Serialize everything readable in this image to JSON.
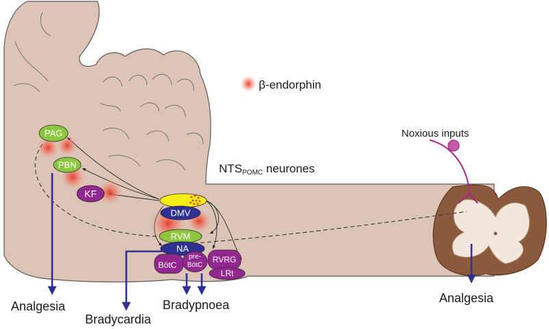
{
  "legend": {
    "label": "β-endorphin"
  },
  "nts": {
    "prefix": "NTS",
    "subscript": "POMC",
    "suffix": " neurones"
  },
  "nuclei": {
    "pag": "PAG",
    "pbn": "PBN",
    "kf": "KF",
    "dmv": "DMV",
    "rvm": "RVM",
    "na": "NA",
    "botc": "BötC",
    "prebotc_line1": "pre-",
    "prebotc_line2": "BötC",
    "rvrg": "RVRG",
    "lrt": "LRt"
  },
  "outcomes": {
    "analgesia_brain": "Analgesia",
    "bradycardia": "Bradycardia",
    "bradypnoea": "Bradypnoea",
    "analgesia_spinal": "Analgesia"
  },
  "spinal": {
    "noxious_label": "Noxious inputs"
  },
  "colors": {
    "brainstem": "#dcc4b6",
    "green_nucleus": "#8dc63f",
    "purple_nucleus": "#92278f",
    "navy_nucleus": "#2e3192",
    "nts_fill": "#f7ec13",
    "arrow": "#2e3192",
    "magenta_fiber": "#b0238e",
    "cord_outer": "#8b5a3c",
    "cord_inner": "#f3e6dc"
  }
}
